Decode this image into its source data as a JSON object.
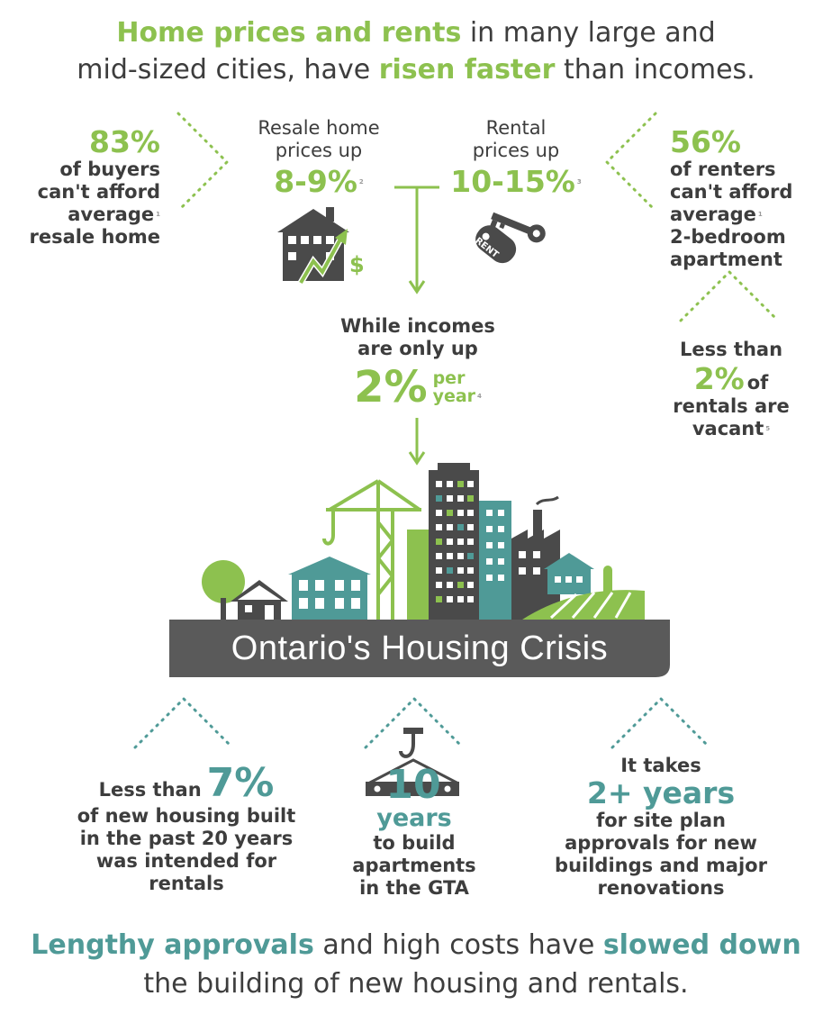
{
  "headline": {
    "part1": "Home prices and rents",
    "part2": " in many large and",
    "part3": "mid-sized cities, have ",
    "part4": "risen faster",
    "part5": " than incomes."
  },
  "buyers": {
    "percent": "83%",
    "line1": "of buyers",
    "line2": "can't afford",
    "line3": "average",
    "ref": "1",
    "line4": "resale home"
  },
  "resale": {
    "line1": "Resale home",
    "line2": "prices up",
    "value": "8-9%",
    "ref": "2"
  },
  "rental": {
    "line1": "Rental",
    "line2": "prices up",
    "value": "10-15%",
    "ref": "3",
    "tag": "RENT"
  },
  "renters": {
    "percent": "56%",
    "line1": "of renters",
    "line2": "can't afford",
    "line3": "average",
    "ref": "1",
    "line4": "2-bedroom",
    "line5": "apartment"
  },
  "incomes": {
    "line1": "While incomes",
    "line2": "are only up",
    "value": "2%",
    "unit1": "per",
    "unit2": "year",
    "ref": "4"
  },
  "vacancy": {
    "line1": "Less than",
    "value": "2%",
    "unit": "of",
    "line2": "rentals are",
    "line3": "vacant",
    "ref": "5"
  },
  "banner": {
    "title": "Ontario's Housing Crisis"
  },
  "new_housing": {
    "line1": "Less than",
    "value": "7%",
    "line2": "of new housing built",
    "line3": "in the past 20 years",
    "line4": "was intended for",
    "line5": "rentals"
  },
  "build_time": {
    "value": "10",
    "unit": "years",
    "line1": "to build",
    "line2": "apartments",
    "line3": "in the GTA"
  },
  "approvals": {
    "line1": "It takes",
    "value": "2+ years",
    "line2": "for site plan",
    "line3": "approvals for new",
    "line4": "buildings and major",
    "line5": "renovations"
  },
  "footer": {
    "part1": "Lengthy approvals",
    "part2": " and high costs have ",
    "part3": "slowed down",
    "part4": "the building of new housing and rentals."
  },
  "colors": {
    "green": "#8dc14f",
    "teal": "#4f9a97",
    "dark": "#3d3d3d",
    "banner": "#5a5a5a"
  }
}
